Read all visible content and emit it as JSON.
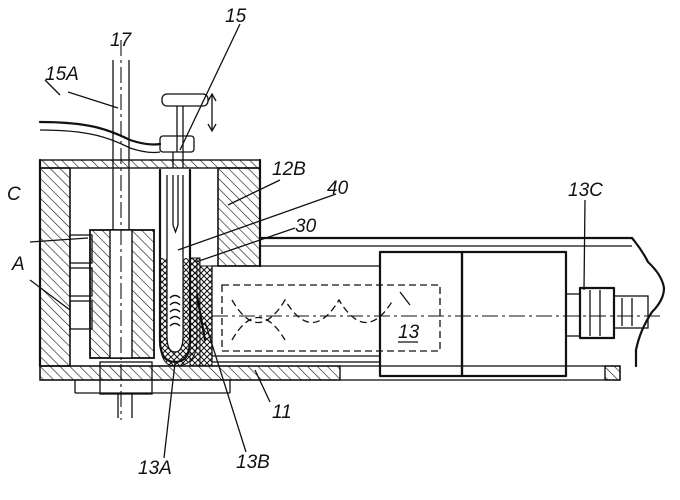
{
  "labels": {
    "l17": "17",
    "l15": "15",
    "l15a": "15A",
    "lc": "C",
    "l12b": "12B",
    "l40": "40",
    "l30": "30",
    "la": "A",
    "l13c": "13C",
    "l13": "13",
    "l11": "11",
    "l13a": "13A",
    "l13b": "13B"
  },
  "colors": {
    "ink": "#111111",
    "paper": "#ffffff"
  }
}
